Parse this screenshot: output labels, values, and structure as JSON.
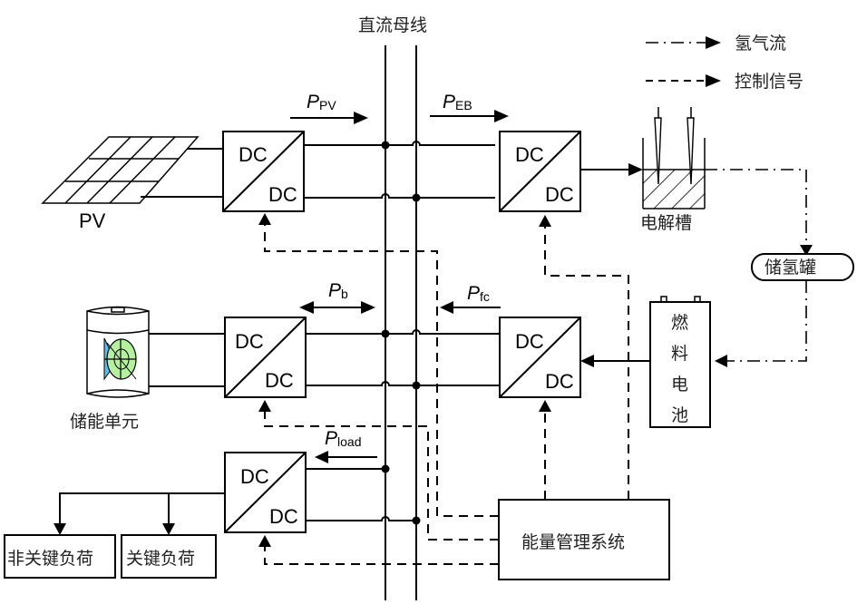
{
  "diagram": {
    "bus_title": "直流母线",
    "legend": [
      {
        "style": "dash-dot-arrow",
        "label": "氢气流"
      },
      {
        "style": "dashed-arrow",
        "label": "控制信号"
      }
    ],
    "converter_labels": {
      "top": "DC",
      "bottom": "DC"
    },
    "sources": {
      "pv": {
        "label": "PV"
      },
      "battery": {
        "label": "储能单元"
      },
      "electrolyzer": {
        "label": "电解槽"
      },
      "hydrogen_tank": {
        "label": "储氢罐"
      },
      "fuel_cell": {
        "label": "燃料电池",
        "chars": [
          "燃",
          "料",
          "电",
          "池"
        ]
      },
      "ems": {
        "label": "能量管理系统"
      },
      "noncritical_load": {
        "label": "非关键负荷"
      },
      "critical_load": {
        "label": "关键负荷"
      }
    },
    "power_flows": {
      "pv": {
        "symbol": "P",
        "sub": "PV",
        "direction": "to-bus"
      },
      "eb": {
        "symbol": "P",
        "sub": "EB",
        "direction": "to-electrolyzer"
      },
      "b": {
        "symbol": "P",
        "sub": "b",
        "direction": "bidirectional"
      },
      "fc": {
        "symbol": "P",
        "sub": "fc",
        "direction": "to-bus"
      },
      "load": {
        "symbol": "P",
        "sub": "load",
        "direction": "to-load"
      }
    },
    "colors": {
      "line": "#000000",
      "battery_blue": "#5bc0eb",
      "battery_green": "#b5f0a0"
    }
  }
}
